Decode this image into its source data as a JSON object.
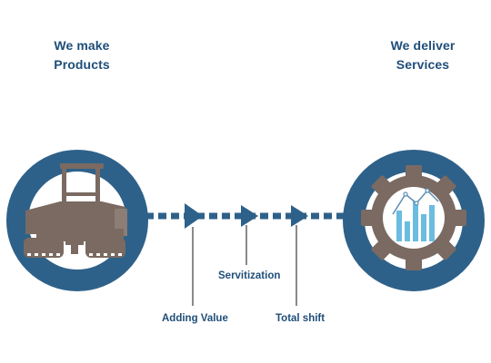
{
  "left_node": {
    "line1": "We make",
    "line2": "Products"
  },
  "right_node": {
    "line1": "We deliver",
    "line2": "Services"
  },
  "stages": [
    {
      "label": "Adding Value"
    },
    {
      "label": "Servitization"
    },
    {
      "label": "Total shift"
    }
  ],
  "colors": {
    "ring": "#2e6189",
    "ring_light": "#3a6e97",
    "arrow": "#2e6189",
    "gear": "#7a6a62",
    "tractor": "#7a6a62",
    "chart_bars": "#6bbce0",
    "text": "#1f4e79"
  },
  "icons": [
    "tractor-icon",
    "gear-icon",
    "bar-chart-icon"
  ]
}
